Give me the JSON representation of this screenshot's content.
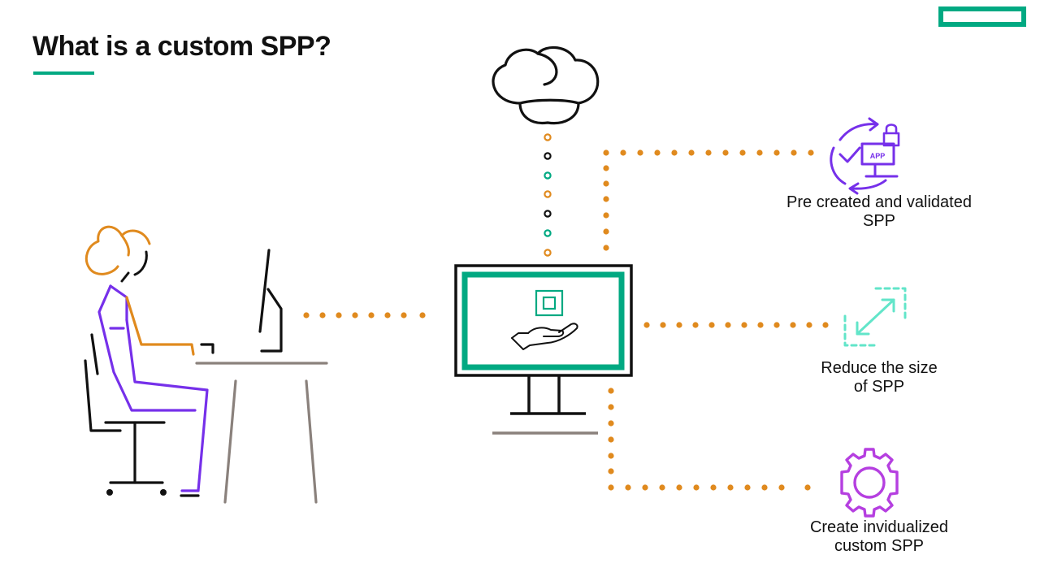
{
  "slide": {
    "title": "What is a custom SPP?"
  },
  "colors": {
    "accent_green": "#01a982",
    "dot_orange": "#e08a1e",
    "purple": "#7630ea",
    "teal": "#62e5c9",
    "black": "#111111",
    "gray": "#8a817c"
  },
  "icons": {
    "cloud": "cloud-icon",
    "monitor": "monitor-icon",
    "chip": "chip-icon",
    "hand": "hand-icon",
    "app_lock": "app-lock-icon",
    "resize": "resize-arrows-icon",
    "gear": "gear-icon",
    "person": "person-at-desk-illustration"
  },
  "benefits": [
    {
      "line1": "Pre created and validated",
      "line2": "SPP"
    },
    {
      "line1": "Reduce the size",
      "line2": "of SPP"
    },
    {
      "line1": "Create invidualized",
      "line2": "custom SPP"
    }
  ],
  "app_badge": "APP"
}
